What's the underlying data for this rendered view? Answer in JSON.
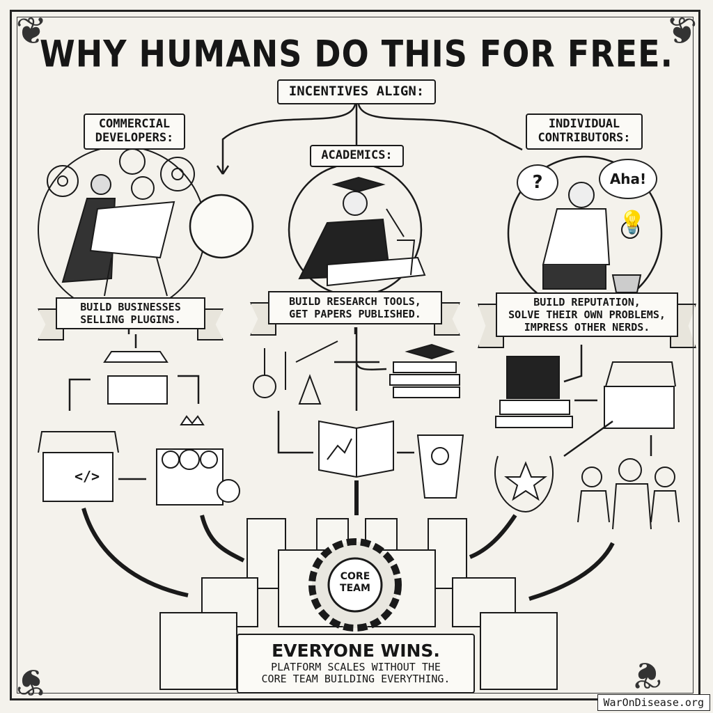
{
  "title": "WHY HUMANS DO THIS FOR FREE.",
  "subtitle": "INCENTIVES ALIGN:",
  "groups": [
    {
      "label_lines": [
        "COMMERCIAL",
        "DEVELOPERS:"
      ],
      "banner_lines": [
        "BUILD BUSINESSES",
        "SELLING PLUGINS."
      ]
    },
    {
      "label_lines": [
        "ACADEMICS:"
      ],
      "banner_lines": [
        "BUILD RESEARCH TOOLS,",
        "GET PAPERS PUBLISHED."
      ]
    },
    {
      "label_lines": [
        "INDIVIDUAL",
        "CONTRIBUTORS:"
      ],
      "banner_lines": [
        "BUILD REPUTATION,",
        "SOLVE THEIR OWN PROBLEMS,",
        "IMPRESS OTHER NERDS."
      ]
    }
  ],
  "bubbles": {
    "question": "?",
    "aha": "Aha!"
  },
  "code_chest_label": "</>",
  "core": {
    "line1": "CORE",
    "line2": "TEAM"
  },
  "conclusion": {
    "heading": "EVERYONE WINS.",
    "lines": [
      "PLATFORM SCALES WITHOUT THE",
      "CORE TEAM BUILDING EVERYTHING."
    ]
  },
  "watermark": "WarOnDisease.org",
  "colors": {
    "ink": "#161616",
    "paper": "#f4f2ec"
  }
}
